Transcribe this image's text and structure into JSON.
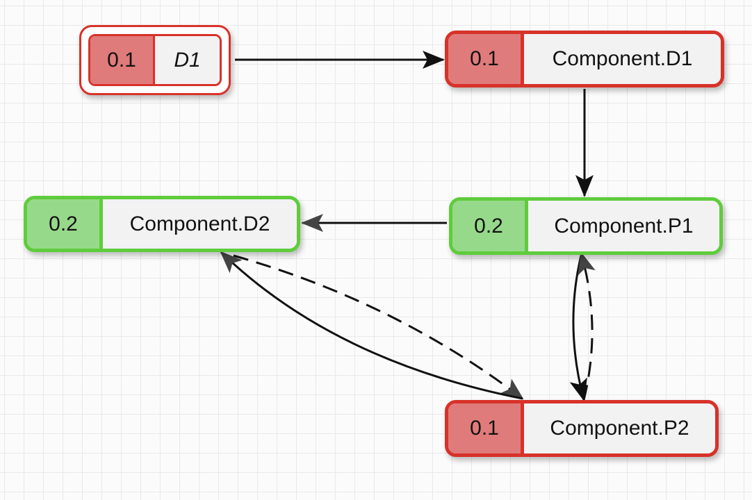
{
  "colors": {
    "fail_border": "#d73229",
    "fail_fill": "#e07b7b",
    "pass_border": "#5fcc3c",
    "pass_fill": "#97d98a",
    "label_fill": "#f2f2f3",
    "edge": "#111111"
  },
  "nodes": {
    "d1": {
      "score": "0.1",
      "label": "D1"
    },
    "component_d1": {
      "score": "0.1",
      "label": "Component.D1"
    },
    "component_p1": {
      "score": "0.2",
      "label": "Component.P1"
    },
    "component_d2": {
      "score": "0.2",
      "label": "Component.D2"
    },
    "component_p2": {
      "score": "0.1",
      "label": "Component.P2"
    }
  },
  "edges": [
    {
      "from": "d1",
      "to": "component_d1",
      "style": "solid"
    },
    {
      "from": "component_d1",
      "to": "component_p1",
      "style": "solid"
    },
    {
      "from": "component_p1",
      "to": "component_d2",
      "style": "solid"
    },
    {
      "from": "component_d2",
      "to": "component_p2",
      "style": "dashed"
    },
    {
      "from": "component_p2",
      "to": "component_d2",
      "style": "solid"
    },
    {
      "from": "component_p1",
      "to": "component_p2",
      "style": "solid"
    },
    {
      "from": "component_p2",
      "to": "component_p1",
      "style": "dashed"
    }
  ]
}
